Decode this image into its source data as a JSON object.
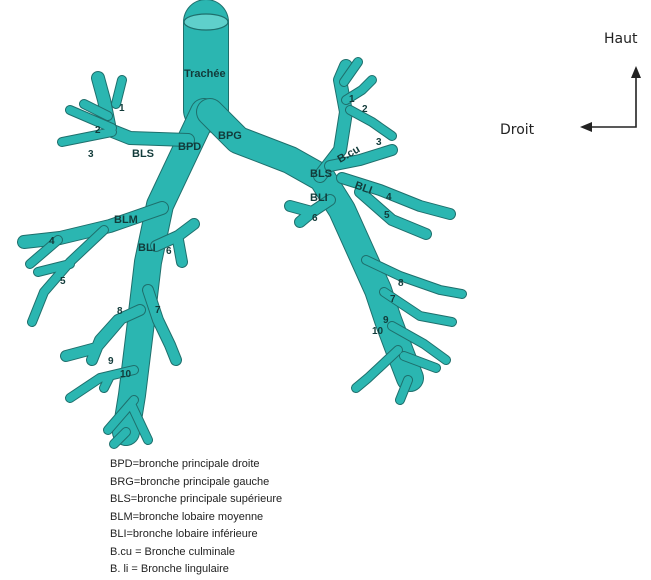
{
  "labels": {
    "trachea": "Trachée",
    "bpd": "BPD",
    "bpg": "BPG",
    "bls_right": "BLS",
    "blm": "BLM",
    "bli_right": "BLI",
    "bls_left": "BLS",
    "bcu": "B.cu",
    "bli_left": "BLI",
    "bli_left_lower": "BLI"
  },
  "segments_right": [
    "1",
    "2",
    "3",
    "4",
    "5",
    "6",
    "7",
    "8",
    "9",
    "10"
  ],
  "segments_left": [
    "1",
    "2",
    "3",
    "4",
    "5",
    "6",
    "7",
    "8",
    "9",
    "10"
  ],
  "orientation": {
    "up": "Haut",
    "right_side": "Droit"
  },
  "legend": [
    "BPD=bronche principale droite",
    "BRG=bronche principale gauche",
    "BLS=bronche principale supérieure",
    "BLM=bronche lobaire moyenne",
    "BLI=bronche lobaire inférieure",
    "B.cu = Bronche culminale",
    "B. li = Bronche lingulaire"
  ],
  "colors": {
    "bronchi": "#2bb6b1",
    "outline": "#1e6f6c"
  }
}
